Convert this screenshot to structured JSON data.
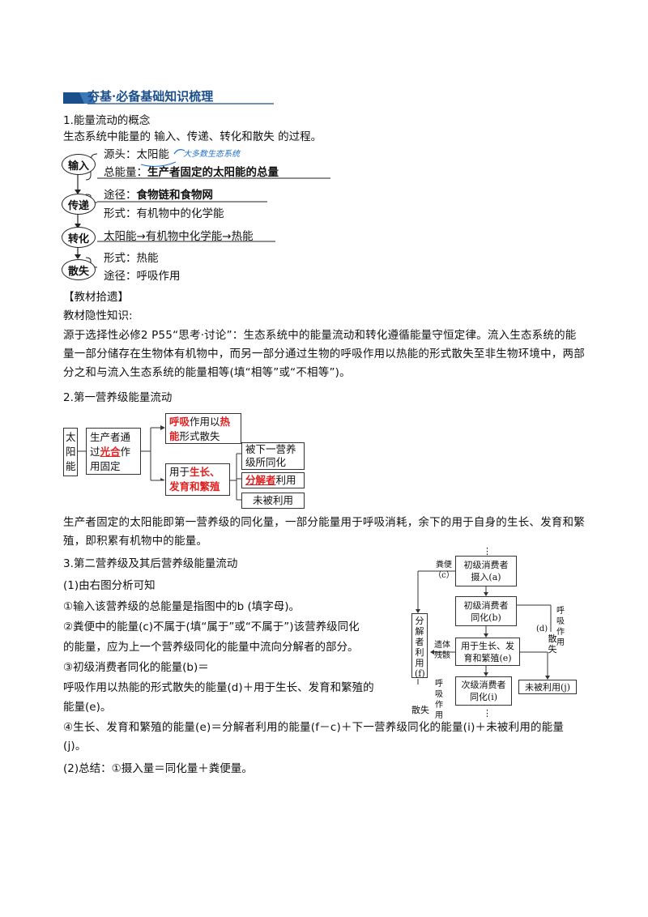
{
  "header": {
    "title": "夯基·必备基础知识梳理"
  },
  "sec1": {
    "heading": "1.能量流动的概念",
    "definition": "生态系统中能量的 输入、传递、转化和散失 的过程。",
    "nodes": [
      {
        "label": "输入",
        "lines": [
          {
            "key": "源头：",
            "value": "太阳能"
          },
          {
            "key": "总能量：",
            "value": "生产者固定的太阳能的总量"
          }
        ]
      },
      {
        "label": "传递",
        "lines": [
          {
            "key": "途径：",
            "value": "食物链和食物网"
          },
          {
            "key": "形式：",
            "value": "有机物中的化学能"
          }
        ]
      },
      {
        "label": "转化",
        "lines": [
          {
            "key": "",
            "value": "太阳能→有机物中化学能→热能"
          }
        ]
      },
      {
        "label": "散失",
        "lines": [
          {
            "key": "形式：",
            "value": "热能"
          },
          {
            "key": "途径：",
            "value": "呼吸作用"
          }
        ]
      }
    ],
    "handnote": "大多数生态系统"
  },
  "textbook": {
    "title": "【教材拾遗】",
    "subtitle": "教材隐性知识:",
    "paragraph": "源于选择性必修2 P55“思考·讨论”：生态系统中的能量流动和转化遵循能量守恒定律。流入生态系统的能量一部分储存在生物体有机物中，而另一部分通过生物的呼吸作用以热能的形式散失至非生物环境中，两部分之和与流入生态系统的能量相等(填“相等”或“不相等”)。"
  },
  "sec2": {
    "heading": "2.第一营养级能量流动",
    "diagram": {
      "sun": "太阳能",
      "producer_pre": "生产者通过",
      "producer_red": "光合",
      "producer_post": "作用固定",
      "resp_red1": "呼吸",
      "resp_mid": "作用以",
      "resp_red2": "热能",
      "resp_post": "形式散失",
      "growth_pre": "用于",
      "growth_red": "生长、发育和繁殖",
      "next": "被下一营养级所同化",
      "decomp_red": "分解者",
      "decomp_post": "利用",
      "unused": "未被利用"
    },
    "paragraph": "生产者固定的太阳能即第一营养级的同化量，一部分能量用于呼吸消耗，余下的用于自身的生长、发育和繁殖，即积累有机物中的能量。"
  },
  "sec3": {
    "heading": "3.第二营养级及其后营养级能量流动",
    "p1": "(1)由右图分析可知",
    "p2": "①输入该营养级的总能量是指图中的b (填字母)。",
    "p3a": "②粪便中的能量(c)不属于(填“属于”或“不属于”)该营养级同化",
    "p3b": "的能量，应为上一个营养级同化的能量中流向分解者的部分。",
    "p4a": "③初级消费者同化的能量(b)＝",
    "p4b": "呼吸作用以热能的形式散失的能量(d)＋用于生长、发育和繁殖的",
    "p4c": "能量(e)。",
    "p5": "④生长、发育和繁殖的能量(e)＝分解者利用的能量(f－c)＋下一营养级同化的能量(i)＋未被利用的能量(j)。",
    "p6": "(2)总结：①摄入量＝同化量＋粪便量。",
    "flow": {
      "intake": "初级消费者摄入(a)",
      "assim": "初级消费者同化(b)",
      "growth": "用于生长、发育和繁殖(e)",
      "next": "次级消费者同化(i)",
      "unused": "未被利用(j)",
      "decomp": "分解者利用(f)",
      "feces": "粪便（c）",
      "remains": "遗体残骸",
      "resp_right": "呼吸作用",
      "d": "(d)",
      "loss_right": "散失",
      "resp_left": "呼吸作用",
      "loss_left": "散失",
      "dots": "⋮"
    }
  }
}
